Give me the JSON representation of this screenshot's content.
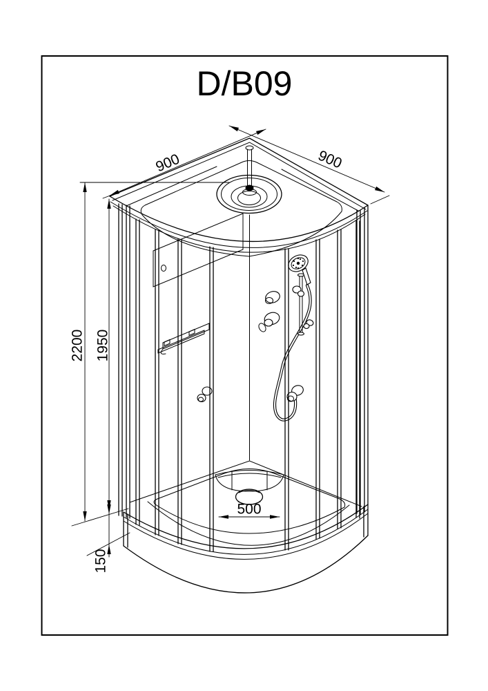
{
  "title": "D/B09",
  "dimensions": {
    "top_left_width": "900",
    "top_right_width": "900",
    "overall_height": "2200",
    "cabin_height": "1950",
    "tray_center_width": "500",
    "tray_height": "150"
  }
}
